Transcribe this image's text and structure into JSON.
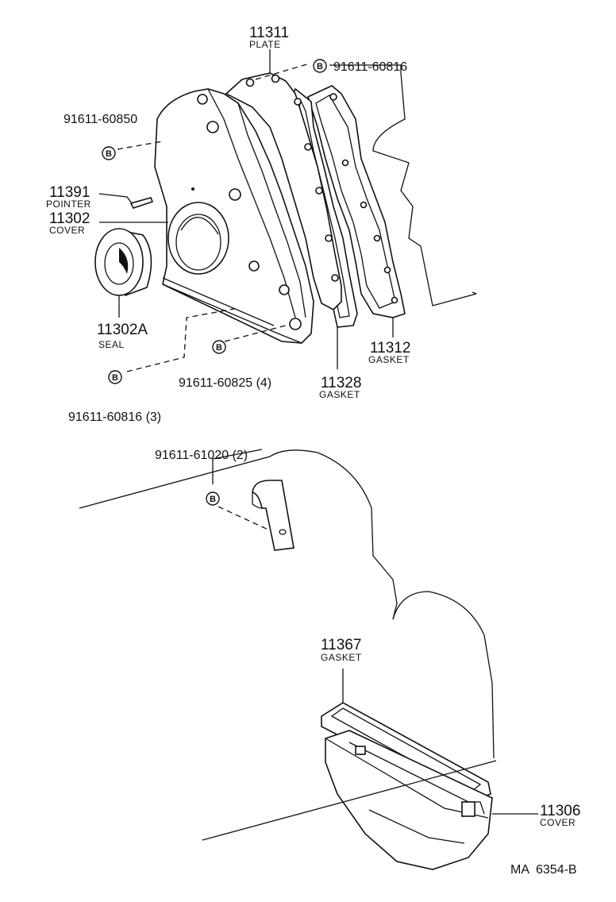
{
  "parts": [
    {
      "id": "p11311",
      "number": "11311",
      "name": "PLATE"
    },
    {
      "id": "p91611_60816",
      "number": "91611-60816",
      "name": ""
    },
    {
      "id": "p91611_60850",
      "number": "91611-60850",
      "name": ""
    },
    {
      "id": "p11391",
      "number": "11391",
      "name": "POINTER"
    },
    {
      "id": "p11302",
      "number": "11302",
      "name": "COVER"
    },
    {
      "id": "p11302A",
      "number": "11302A",
      "name": "SEAL"
    },
    {
      "id": "p11312",
      "number": "11312",
      "name": "GASKET"
    },
    {
      "id": "p11328",
      "number": "11328",
      "name": "GASKET"
    },
    {
      "id": "p91611_60825",
      "number": "91611-60825 (4)",
      "name": ""
    },
    {
      "id": "p91611_60816_3",
      "number": "91611-60816 (3)",
      "name": ""
    },
    {
      "id": "p91611_61020",
      "number": "91611-61020 (2)",
      "name": ""
    },
    {
      "id": "p11367",
      "number": "11367",
      "name": "GASKET"
    },
    {
      "id": "p11306",
      "number": "11306",
      "name": "COVER"
    }
  ],
  "bolt_marker": "B",
  "drawing_id": "MA  6354-B",
  "icons": [
    "bolt-marker-icon"
  ]
}
